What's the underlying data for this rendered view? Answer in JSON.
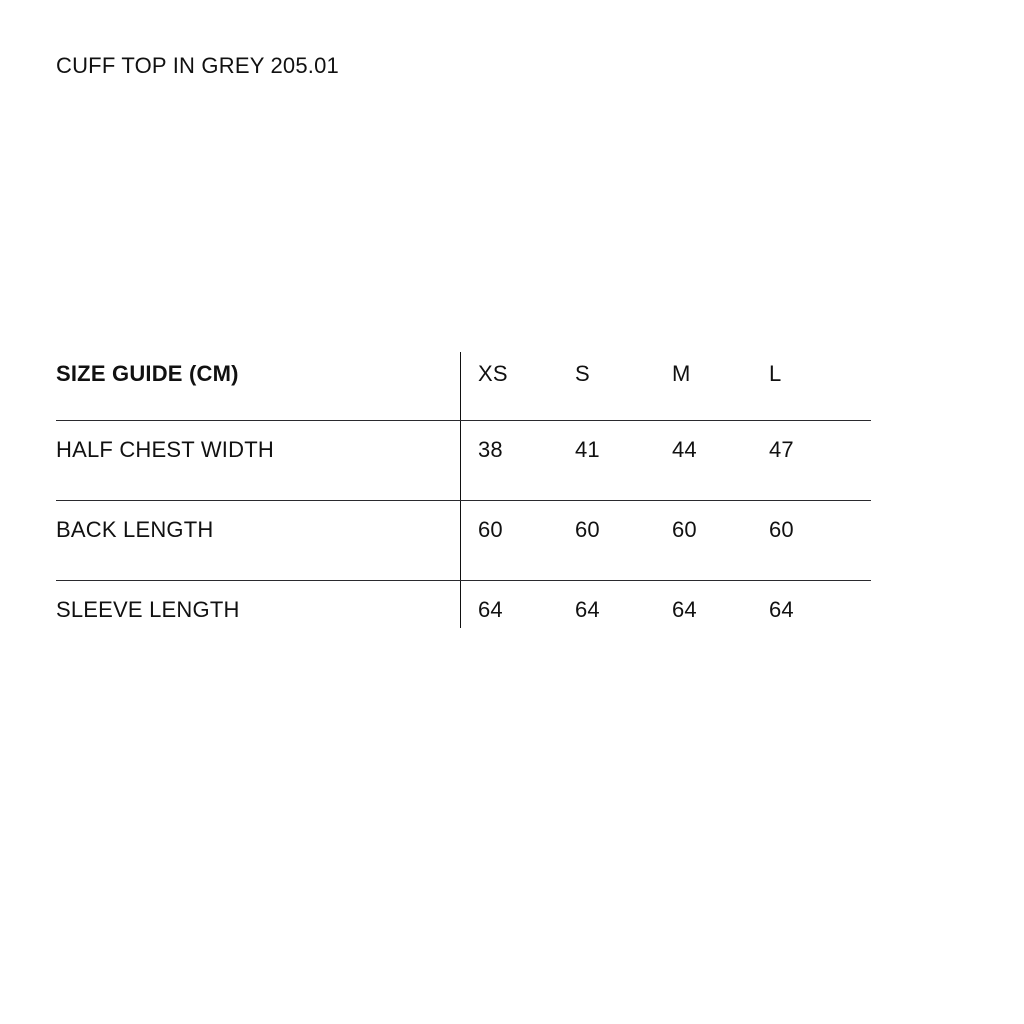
{
  "page": {
    "background_color": "#ffffff",
    "text_color": "#111111",
    "rule_color": "#2a2a2e"
  },
  "product": {
    "title": "CUFF TOP IN GREY 205.01"
  },
  "size_guide": {
    "title": "SIZE GUIDE (CM)",
    "unit": "CM",
    "columns": [
      "XS",
      "S",
      "M",
      "L"
    ],
    "rows": [
      {
        "label": "HALF CHEST WIDTH",
        "values": [
          "38",
          "41",
          "44",
          "47"
        ]
      },
      {
        "label": "BACK LENGTH",
        "values": [
          "60",
          "60",
          "60",
          "60"
        ]
      },
      {
        "label": "SLEEVE LENGTH",
        "values": [
          "64",
          "64",
          "64",
          "64"
        ]
      }
    ]
  },
  "chart_data": {
    "type": "table",
    "title": "SIZE GUIDE (CM)",
    "categories": [
      "XS",
      "S",
      "M",
      "L"
    ],
    "series": [
      {
        "name": "HALF CHEST WIDTH",
        "values": [
          38,
          41,
          44,
          47
        ]
      },
      {
        "name": "BACK LENGTH",
        "values": [
          60,
          60,
          60,
          60
        ]
      },
      {
        "name": "SLEEVE LENGTH",
        "values": [
          64,
          64,
          64,
          64
        ]
      }
    ],
    "xlabel": "",
    "ylabel": "",
    "units": "cm",
    "grid": false,
    "legend": "none"
  }
}
